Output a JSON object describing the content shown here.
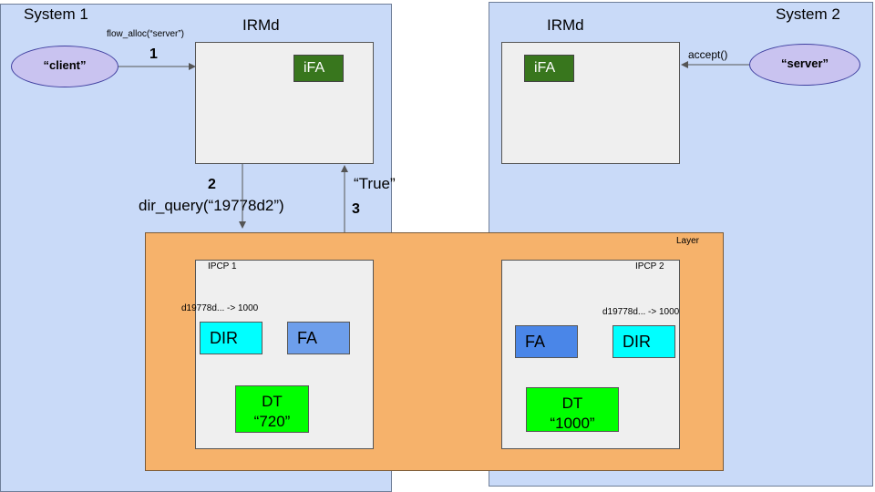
{
  "system1": {
    "label": "System 1",
    "irmd_label": "IRMd",
    "ifa_label": "iFA"
  },
  "system2": {
    "label": "System 2",
    "irmd_label": "IRMd",
    "ifa_label": "iFA"
  },
  "client": {
    "label": "“client”"
  },
  "server": {
    "label": "“server”"
  },
  "flow_alloc_label": "flow_alloc(“server”)",
  "accept_label": "accept()",
  "steps": {
    "s1": "1",
    "s2": "2",
    "s2_call": "dir_query(“19778d2”)",
    "s3": "3",
    "s3_result": "“True”"
  },
  "layer": {
    "label": "Layer"
  },
  "ipcp1": {
    "label": "IPCP 1",
    "mapping": "d19778d... -> 1000",
    "dir": "DIR",
    "fa": "FA",
    "dt": "DT\n“720”"
  },
  "ipcp2": {
    "label": "IPCP 2",
    "mapping": "d19778d... -> 1000",
    "dir": "DIR",
    "fa": "FA",
    "dt": "DT\n“1000”"
  },
  "colors": {
    "system": "#c9daf8",
    "layer": "#f6b26b",
    "ifa": "#38761d",
    "dir": "#00ffff",
    "dt": "#00ff00",
    "fa": "#6d9eeb",
    "process": "#c9c3f0"
  }
}
